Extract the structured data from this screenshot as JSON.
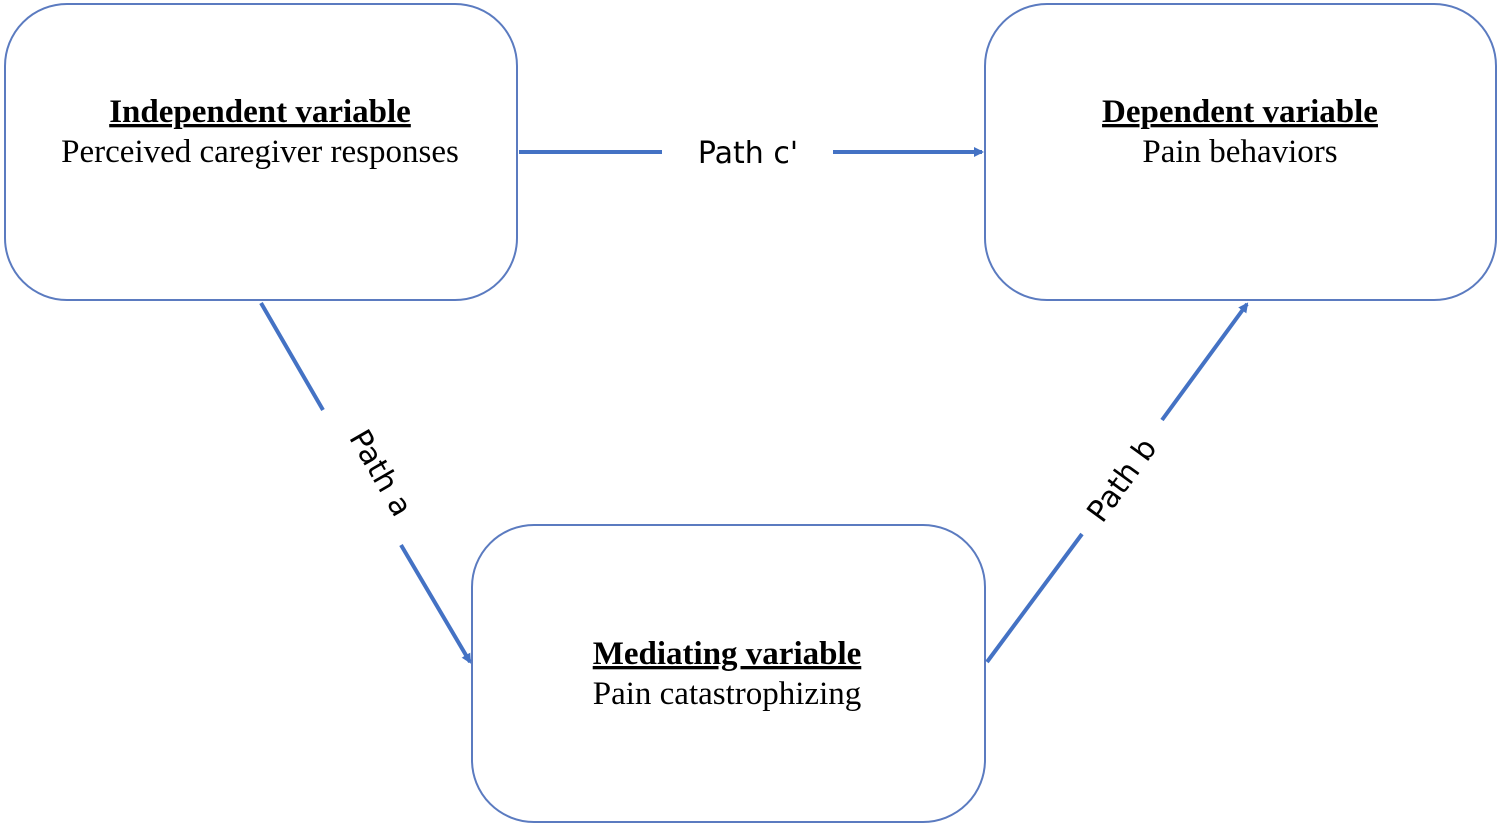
{
  "colors": {
    "accent": "#4472C4",
    "box_border": "#5B7BC0",
    "text": "#000000",
    "background": "#FFFFFF"
  },
  "nodes": {
    "independent": {
      "title": "Independent variable",
      "subtitle": "Perceived caregiver responses"
    },
    "dependent": {
      "title": "Dependent variable",
      "subtitle": "Pain behaviors"
    },
    "mediating": {
      "title": "Mediating variable",
      "subtitle": "Pain catastrophizing"
    }
  },
  "edges": {
    "path_c_prime": {
      "label": "Path c'",
      "from": "independent",
      "to": "dependent"
    },
    "path_a": {
      "label": "Path a",
      "from": "independent",
      "to": "mediating"
    },
    "path_b": {
      "label": "Path b",
      "from": "mediating",
      "to": "dependent"
    }
  }
}
